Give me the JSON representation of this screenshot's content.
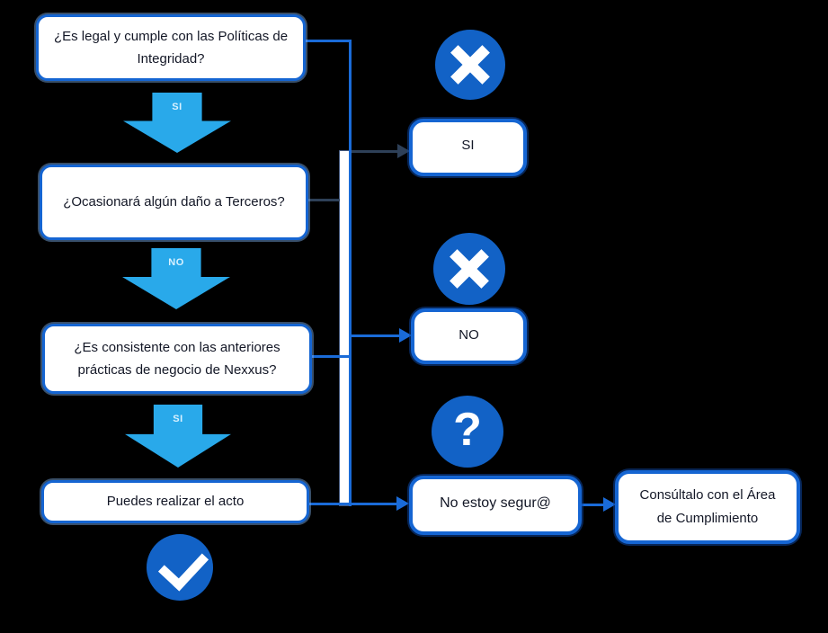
{
  "diagram": {
    "questions": {
      "q1": "¿Es legal y cumple con las Políticas de Integridad?",
      "q2": "¿Ocasionará algún daño a Terceros?",
      "q3": "¿Es consistente con las anteriores prácticas de negocio de Nexxus?",
      "result": "Puedes realizar el acto"
    },
    "flow_arrow_labels": {
      "a1": "SI",
      "a2": "NO",
      "a3": "SI"
    },
    "answers": {
      "si": "SI",
      "no": "NO",
      "unsure": "No estoy segur@",
      "action": "Consúltalo con el Área de Cumplimiento",
      "question_mark": "?"
    },
    "icons": {
      "reject_top": "x-icon",
      "reject_bottom": "x-icon",
      "unsure": "question-icon",
      "approve": "check-icon"
    },
    "colors": {
      "background": "#000000",
      "node_border_blue": "#1565D2",
      "circle_fill_blue": "#1262C6",
      "block_arrow_cyan": "#29A9EA",
      "connector_blue": "#1A6BD8",
      "connector_dark": "#2E4058",
      "node_text": "#131726",
      "arrow_label_text": "#D9F1FF"
    }
  }
}
